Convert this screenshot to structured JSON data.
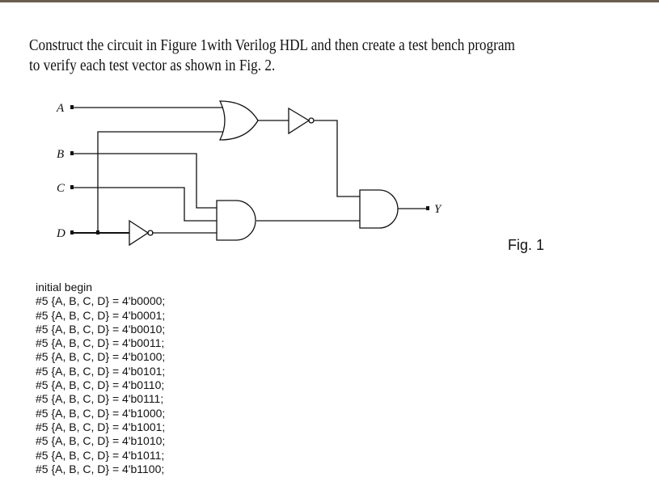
{
  "prompt": {
    "line1": "Construct the circuit in Figure 1with Verilog HDL and then create a test bench program",
    "line2": "to verify each test vector as shown in Fig. 2."
  },
  "figure": {
    "caption": "Fig. 1",
    "inputs": [
      "A",
      "B",
      "C",
      "D"
    ],
    "output": "Y"
  },
  "code": {
    "header": "initial begin",
    "lines": [
      "#5 {A, B, C, D} = 4'b0000;",
      "#5 {A, B, C, D} = 4'b0001;",
      "#5 {A, B, C, D} = 4'b0010;",
      "#5 {A, B, C, D} = 4'b0011;",
      "#5 {A, B, C, D} = 4'b0100;",
      "#5 {A, B, C, D} = 4'b0101;",
      "#5 {A, B, C, D} = 4'b0110;",
      "#5 {A, B, C, D} = 4'b0111;",
      "#5 {A, B, C, D} = 4'b1000;",
      "#5 {A, B, C, D} = 4'b1001;",
      "#5 {A, B, C, D} = 4'b1010;",
      "#5 {A, B, C, D} = 4'b1011;",
      "#5 {A, B, C, D} = 4'b1100;"
    ]
  }
}
